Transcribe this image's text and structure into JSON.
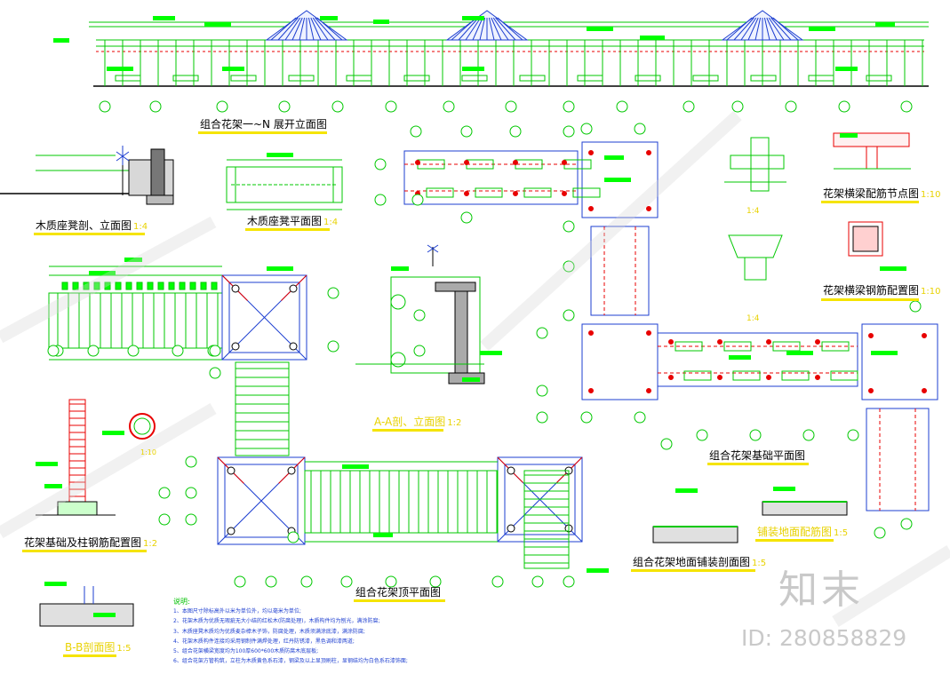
{
  "titles": {
    "elevation": {
      "text": "组合花架一~N 展开立面图"
    },
    "bench_section": {
      "text": "木质座凳剖、立面图",
      "scale": "1:4"
    },
    "bench_plan": {
      "text": "木质座凳平面图",
      "scale": "1:4"
    },
    "aa_section": {
      "text": "A-A剖、立面图",
      "scale": "1:2"
    },
    "beam_joint": {
      "text": "花架横梁配筋节点图",
      "scale": "1:10"
    },
    "beam_rebar": {
      "text": "花架横梁钢筋配置图",
      "scale": "1:10"
    },
    "foundation_plan": {
      "text": "组合花架基础平面图"
    },
    "column_rebar": {
      "text": "花架基础及柱钢筋配置图",
      "scale": "1:2"
    },
    "roof_plan": {
      "text": "组合花架顶平面图"
    },
    "paving_section": {
      "text": "组合花架地面铺装剖面图",
      "scale": "1:5"
    },
    "paving_detail": {
      "text": "铺装地面配筋图",
      "scale": "1:5"
    },
    "bb_section": {
      "text": "B-B剖面图",
      "scale": "1:5"
    }
  },
  "small_scales": {
    "a": "1:4",
    "b": "1:4",
    "c": "1:10"
  },
  "notes": {
    "heading": "说明:",
    "items": [
      "1、本图尺寸除标高外以米为单位外，均以毫米为单位;",
      "2、花架木质为优质无瑕疵无大小结的红松木(防腐处理)，木质构件均为刨光，满涂防腐;",
      "3、木质座凳木质均为优质麦杂樟木子饰，防腐处理，木质须满涂底漆，满涂防腐;",
      "4、花架木质构件连接均采用钢制件满焊处理，红丹防锈漆，黑色调和漆两道;",
      "5、组合花架横梁宽度均为100厚600*600木质防腐木底层板;",
      "6、组合花架方管构筑，立柱为木质黄色系石漆，钢梁及以上显顶刷柱，显钢结均为白色系石漆饰面;"
    ]
  },
  "watermark": {
    "brand": "知末",
    "id": "ID: 280858829"
  },
  "colors": {
    "line": "#00c800",
    "label": "#00ff00",
    "title_underline": "#f5e400",
    "red": "#e80000",
    "blue": "#1e3fd0",
    "watermark": "#c9c9c9"
  }
}
